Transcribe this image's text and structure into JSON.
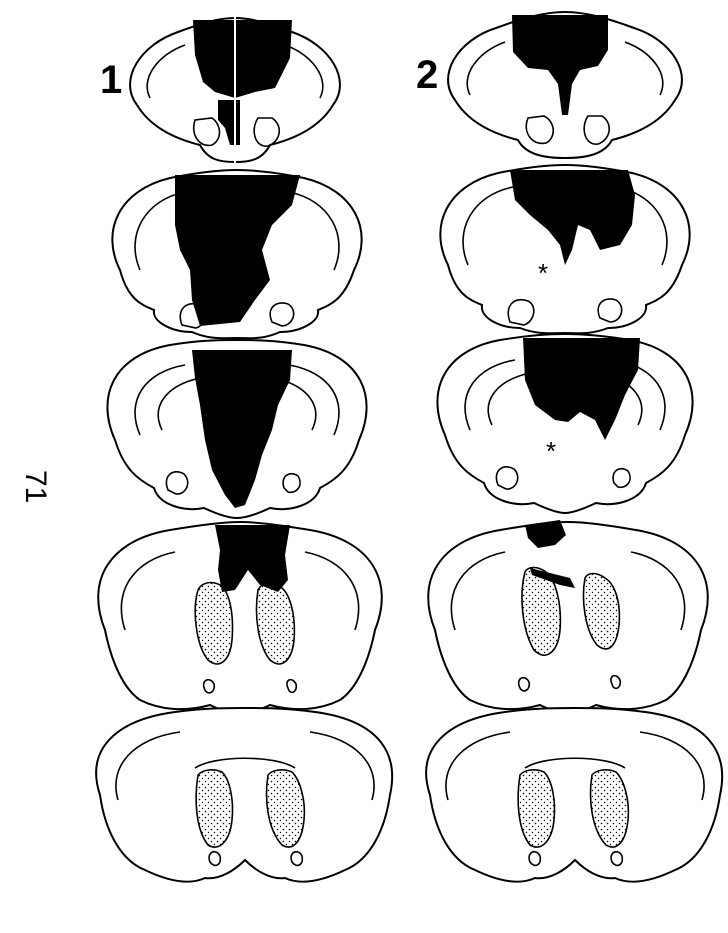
{
  "figure": {
    "panel_labels": [
      "1",
      "2"
    ],
    "marker_symbol": "*",
    "page_number": "71"
  }
}
